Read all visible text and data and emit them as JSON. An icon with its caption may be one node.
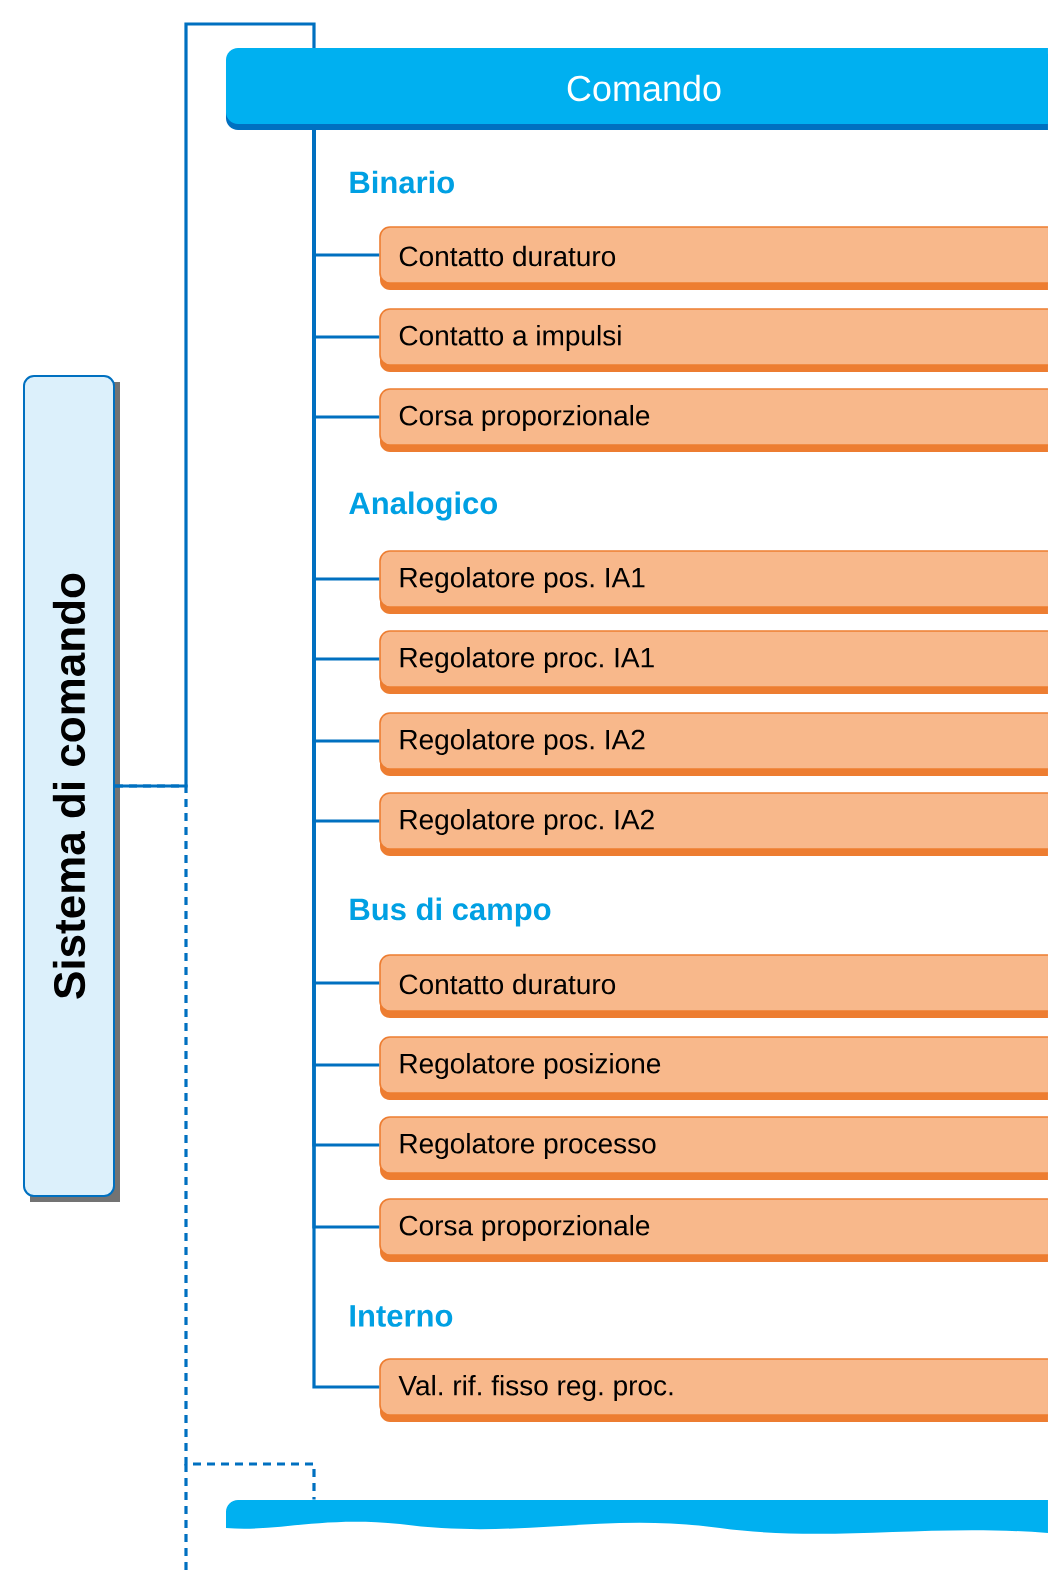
{
  "diagram": {
    "nodes": [
      {
        "text": [
          "Sistema di comando"
        ]
      },
      {
        "text": [
          "Comando"
        ]
      },
      {
        "text": [
          "Contatto duraturo"
        ]
      },
      {
        "text": [
          "Contatto a impulsi"
        ]
      },
      {
        "text": [
          "Corsa proporzionale"
        ]
      },
      {
        "text": [
          "Regolatore pos. IA1"
        ]
      },
      {
        "text": [
          "Regolatore proc. IA1"
        ]
      },
      {
        "text": [
          "Regolatore pos. IA2"
        ]
      },
      {
        "text": [
          "Regolatore proc. IA2"
        ]
      },
      {
        "text": [
          "Contatto duraturo"
        ]
      },
      {
        "text": [
          "Regolatore posizione"
        ]
      },
      {
        "text": [
          "Regolatore processo"
        ]
      },
      {
        "text": [
          "Corsa proporzionale"
        ]
      },
      {
        "text": [
          "Val. rif. fisso reg. proc."
        ]
      },
      {
        "text": [],
        "shape": "bar"
      }
    ],
    "edges": [
      {
        "from": 0,
        "to": 1,
        "arrow": "none"
      },
      {
        "from": 1,
        "to": 2,
        "arrow": "none"
      },
      {
        "from": 1,
        "to": 3,
        "arrow": "none"
      },
      {
        "from": 1,
        "to": 4,
        "arrow": "none"
      },
      {
        "from": 1,
        "to": 5,
        "arrow": "none"
      },
      {
        "from": 1,
        "to": 6,
        "arrow": "none"
      },
      {
        "from": 1,
        "to": 7,
        "arrow": "none"
      },
      {
        "from": 1,
        "to": 8,
        "arrow": "none"
      },
      {
        "from": 1,
        "to": 9,
        "arrow": "none"
      },
      {
        "from": 1,
        "to": 10,
        "arrow": "none"
      },
      {
        "from": 1,
        "to": 11,
        "arrow": "none"
      },
      {
        "from": 1,
        "to": 12,
        "arrow": "none"
      },
      {
        "from": 1,
        "to": 13,
        "arrow": "none"
      },
      {
        "from": 0,
        "to": 14,
        "arrow": "none",
        "style": "dashed"
      }
    ],
    "labels": [
      "Binario",
      "Analogico",
      "Bus di campo",
      "Interno"
    ]
  }
}
